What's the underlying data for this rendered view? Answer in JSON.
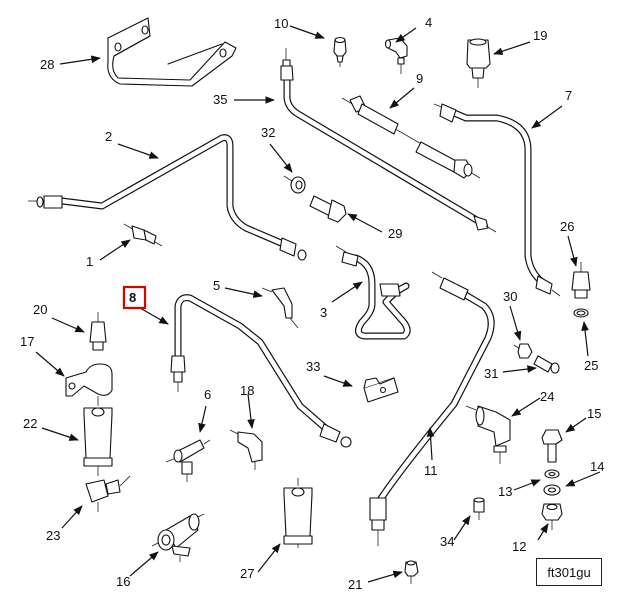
{
  "diagram": {
    "type": "exploded-parts-illustration",
    "figure_id": "ft301gu",
    "highlighted_callout": "8",
    "highlight_color": "#e00000",
    "callouts": [
      {
        "id": "1",
        "part": "straight-connector"
      },
      {
        "id": "2",
        "part": "tube-assembly"
      },
      {
        "id": "3",
        "part": "coiled-tube-assembly"
      },
      {
        "id": "4",
        "part": "elbow-fitting"
      },
      {
        "id": "5",
        "part": "elbow-fitting-45"
      },
      {
        "id": "6",
        "part": "tee-fitting"
      },
      {
        "id": "7",
        "part": "tube-assembly"
      },
      {
        "id": "8",
        "part": "tube-assembly"
      },
      {
        "id": "9",
        "part": "hose-assembly"
      },
      {
        "id": "10",
        "part": "nut-fitting"
      },
      {
        "id": "11",
        "part": "tube-assembly"
      },
      {
        "id": "12",
        "part": "hex-nut"
      },
      {
        "id": "13",
        "part": "lock-washer"
      },
      {
        "id": "14",
        "part": "flat-washer"
      },
      {
        "id": "15",
        "part": "hex-bolt"
      },
      {
        "id": "16",
        "part": "tee-fitting"
      },
      {
        "id": "17",
        "part": "clamp"
      },
      {
        "id": "18",
        "part": "elbow-fitting"
      },
      {
        "id": "19",
        "part": "adapter"
      },
      {
        "id": "20",
        "part": "connector"
      },
      {
        "id": "21",
        "part": "nut"
      },
      {
        "id": "22",
        "part": "spacer"
      },
      {
        "id": "23",
        "part": "tee-block-fitting"
      },
      {
        "id": "24",
        "part": "elbow-fitting"
      },
      {
        "id": "25",
        "part": "o-ring"
      },
      {
        "id": "26",
        "part": "connector"
      },
      {
        "id": "27",
        "part": "spacer"
      },
      {
        "id": "28",
        "part": "bracket"
      },
      {
        "id": "29",
        "part": "bolt"
      },
      {
        "id": "30",
        "part": "nut"
      },
      {
        "id": "31",
        "part": "bolt"
      },
      {
        "id": "32",
        "part": "washer"
      },
      {
        "id": "33",
        "part": "block"
      },
      {
        "id": "34",
        "part": "sleeve"
      },
      {
        "id": "35",
        "part": "tube-assembly"
      }
    ]
  }
}
